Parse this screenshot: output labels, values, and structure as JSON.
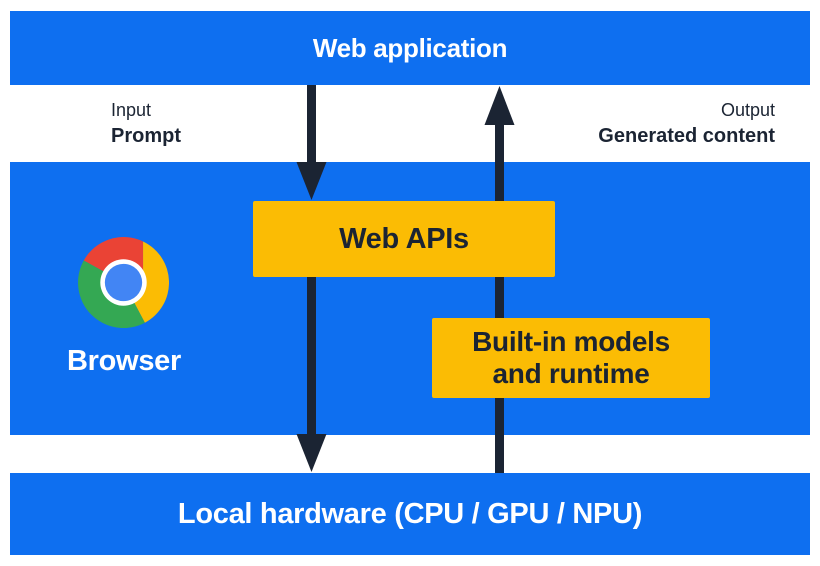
{
  "colors": {
    "section_blue": "#0e6ff0",
    "box_yellow": "#fbbc04",
    "arrow_navy": "#1b2433",
    "text_white": "#ffffff",
    "chrome_red": "#ea4335",
    "chrome_green": "#34a853",
    "chrome_yellow": "#fbbc04",
    "chrome_blue": "#4285f4"
  },
  "diagram": {
    "top_bar": {
      "label": "Web application"
    },
    "io_labels": {
      "input": {
        "line1": "Input",
        "line2": "Prompt"
      },
      "output": {
        "line1": "Output",
        "line2": "Generated content"
      }
    },
    "browser_section": {
      "browser_label": "Browser",
      "web_apis_box": {
        "label": "Web APIs"
      },
      "built_in_box": {
        "line1": "Built-in models",
        "line2": "and runtime"
      }
    },
    "bottom_bar": {
      "label": "Local hardware (CPU / GPU / NPU)"
    },
    "icons": {
      "chrome": "chrome-browser-logo"
    },
    "flows": [
      {
        "direction": "down",
        "from": "Web application",
        "to": "Web APIs"
      },
      {
        "direction": "down",
        "from": "Web APIs",
        "to": "Local hardware (CPU / GPU / NPU)"
      },
      {
        "direction": "up",
        "from": "Local hardware (CPU / GPU / NPU)",
        "through": "Built-in models and runtime",
        "to": "Web application"
      }
    ]
  }
}
